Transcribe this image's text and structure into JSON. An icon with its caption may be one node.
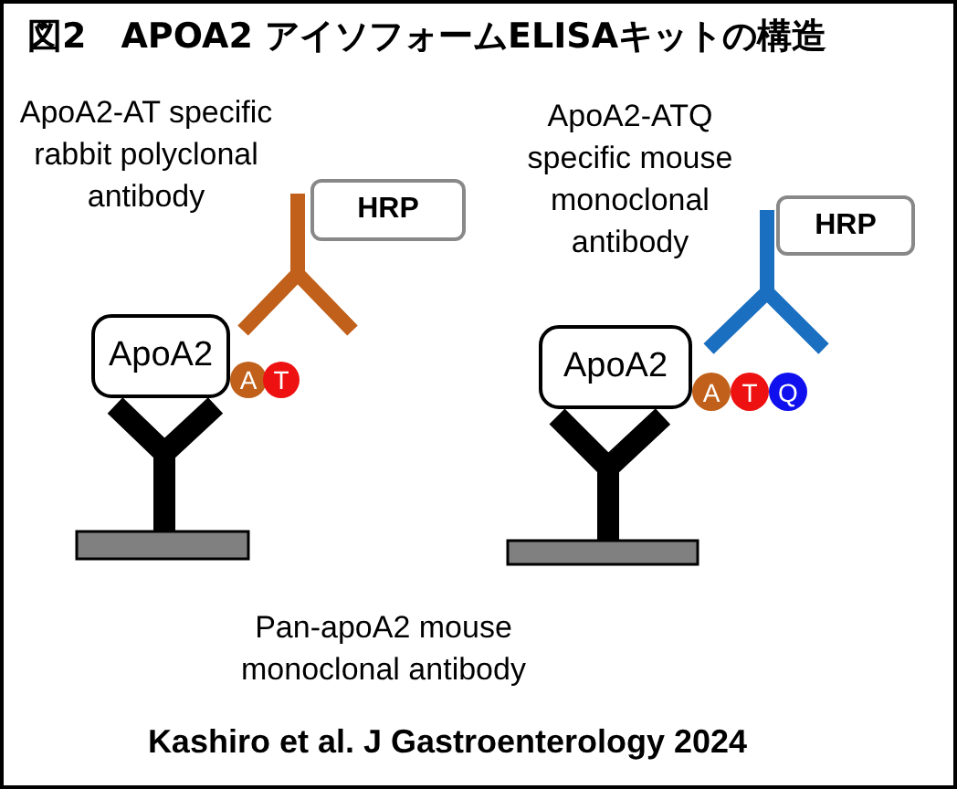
{
  "diagram": {
    "title": "図2　APOA2 アイソフォームELISAキットの構造",
    "caption": "Kashiro et al. J Gastroenterology 2024",
    "nodes": [
      {
        "text": [
          "HRP"
        ]
      },
      {
        "text": [
          "ApoA2"
        ]
      },
      {
        "text": [
          "A"
        ]
      },
      {
        "text": [
          "T"
        ]
      },
      {
        "text": [
          "HRP"
        ]
      },
      {
        "text": [
          "ApoA2"
        ]
      },
      {
        "text": [
          "A"
        ]
      },
      {
        "text": [
          "T"
        ]
      },
      {
        "text": [
          "Q"
        ]
      }
    ],
    "labels": [
      "ApoA2-AT specific rabbit polyclonal antibody",
      "ApoA2-ATQ specific mouse monoclonal antibody",
      "Pan-apoA2 mouse monoclonal antibody"
    ]
  }
}
